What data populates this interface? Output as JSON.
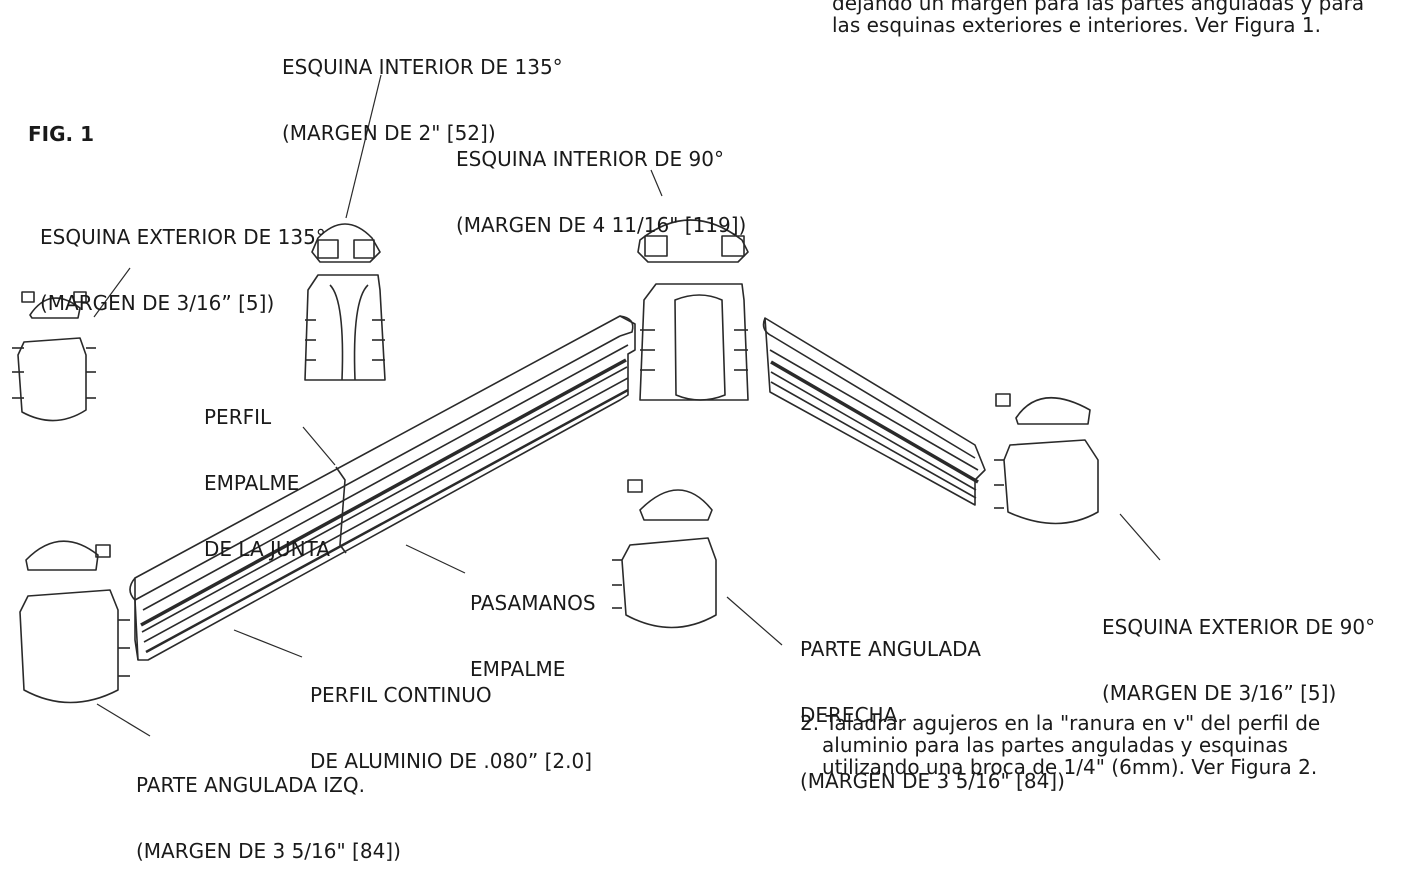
{
  "figure": {
    "label": "FIG. 1"
  },
  "labels": {
    "inner_135": [
      "ESQUINA INTERIOR DE 135°",
      "(MARGEN DE 2\" [52])"
    ],
    "inner_90": [
      "ESQUINA INTERIOR DE 90°",
      "(MARGEN DE 4 11/16\" [119])"
    ],
    "outer_135": [
      "ESQUINA EXTERIOR DE 135°",
      "(MARGEN DE 3/16” [5])"
    ],
    "profile_joint": [
      "PERFIL",
      "EMPALME",
      "DE LA JUNTA"
    ],
    "handrail_joint": [
      "PASAMANOS",
      "EMPALME"
    ],
    "continuous_profile": [
      "PERFIL CONTINUO",
      "DE ALUMINIO DE .080” [2.0]"
    ],
    "left_end": [
      "PARTE ANGULADA IZQ.",
      "(MARGEN DE 3 5/16\" [84])"
    ],
    "right_end": [
      "PARTE ANGULADA",
      "DERECHA",
      "(MARGEN DE 3 5/16\" [84])"
    ],
    "outer_90": [
      "ESQUINA EXTERIOR DE 90°",
      "(MARGEN DE 3/16” [5])"
    ]
  },
  "notes": {
    "top": [
      "dejando un margen para las partes anguladas y para",
      "las esquinas exteriores e interiores. Ver Figura 1."
    ],
    "step2": [
      "2. Taladrar agujeros en la \"ranura en v\" del perfil de",
      "aluminio para las partes anguladas y esquinas",
      "utilizando una broca de 1/4\" (6mm). Ver Figura 2."
    ]
  }
}
